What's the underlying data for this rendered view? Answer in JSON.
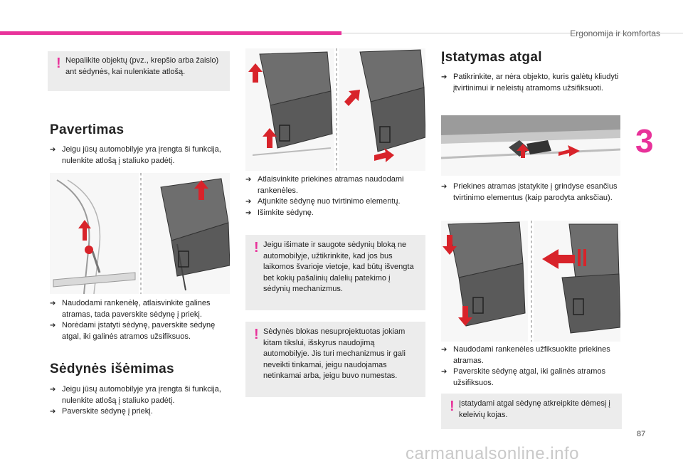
{
  "header": {
    "title": "Ergonomija ir komfortas",
    "chapter": "3",
    "page_number": "87"
  },
  "watermark": "carmanualsonline.info",
  "colors": {
    "accent": "#e8329a",
    "note_bg": "#ececec",
    "arrow_red": "#d8232a"
  },
  "col1": {
    "note": "Nepalikite objektų (pvz., krepšio arba žaislo) ant sėdynės, kai nulenkiate atlošą.",
    "pavertimas": {
      "heading": "Pavertimas",
      "bullets_a": [
        "Jeigu jūsų automobilyje yra įrengta ši funkcija, nulenkite atlošą į staliuko padėtį."
      ],
      "bullets_b": [
        "Naudodami rankenėlę, atlaisvinkite galines atramas, tada paverskite sėdynę į priekį.",
        "Norėdami įstatyti sėdynę, paverskite sėdynę atgal, iki galinės atramos užsifiksuos."
      ]
    },
    "isemimas": {
      "heading": "Sėdynės išėmimas",
      "bullets": [
        "Jeigu jūsų automobilyje yra įrengta ši funkcija, nulenkite atlošą į staliuko padėtį.",
        "Paverskite sėdynę į priekį."
      ]
    }
  },
  "col2": {
    "bullets": [
      "Atlaisvinkite priekines atramas naudodami rankenėles.",
      "Atjunkite sėdynę nuo tvirtinimo elementų.",
      "Išimkite sėdynę."
    ],
    "note1": "Jeigu išimate ir saugote sėdynių bloką ne automobilyje, užtikrinkite, kad jos bus laikomos švarioje vietoje, kad būtų išvengta bet kokių pašalinių dalelių patekimo į sėdynių mechanizmus.",
    "note2": "Sėdynės blokas nesuprojektuotas jokiam kitam tikslui, išskyrus naudojimą automobilyje. Jis turi mechanizmus ir gali neveikti tinkamai, jeigu naudojamas netinkamai arba, jeigu buvo numestas."
  },
  "col3": {
    "heading": "Įstatymas atgal",
    "bullets_a": [
      "Patikrinkite, ar nėra objekto, kuris galėtų kliudyti įtvirtinimui ir neleistų atramoms užsifiksuoti."
    ],
    "bullets_b": [
      "Priekines atramas įstatykite į grindyse esančius tvirtinimo elementus (kaip parodyta anksčiau)."
    ],
    "bullets_c": [
      "Naudodami rankenėles užfiksuokite priekines atramas.",
      "Paverskite sėdynę atgal, iki galinės atramos užsifiksuos."
    ],
    "note": "Įstatydami atgal sėdynę atkreipkite dėmesį į keleivių kojas."
  }
}
